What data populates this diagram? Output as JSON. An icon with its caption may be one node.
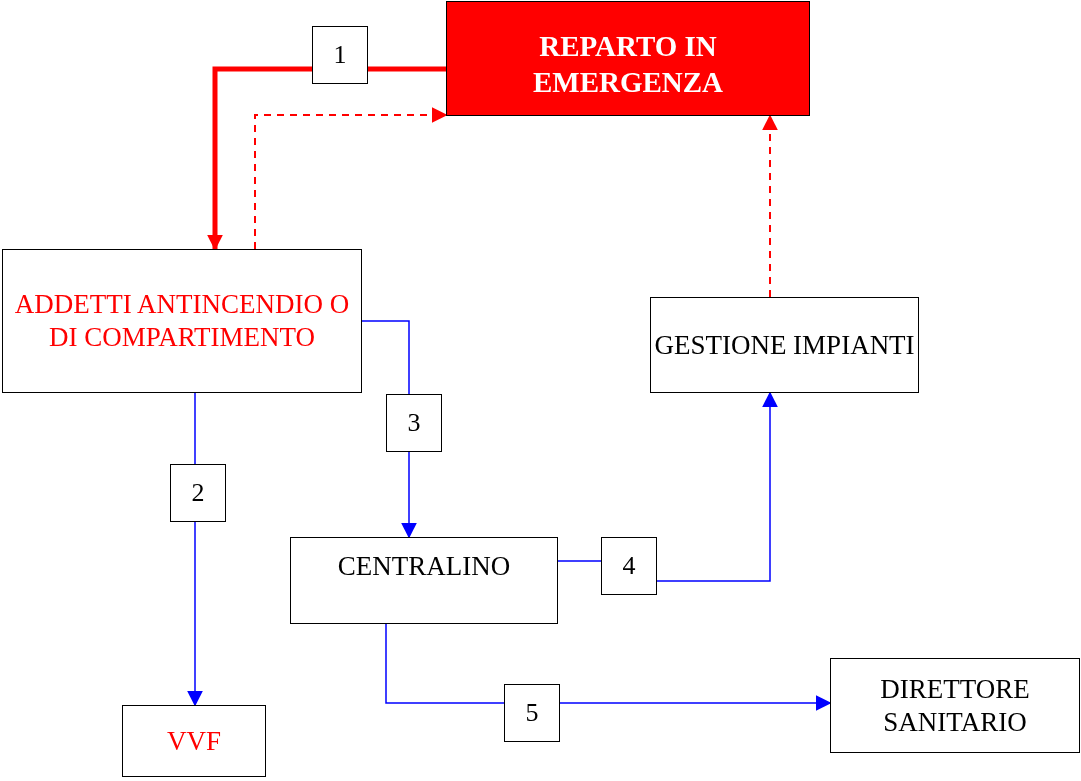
{
  "diagram": {
    "nodes": [
      {
        "text": [
          "REPARTO IN EMERGENZA"
        ]
      },
      {
        "text": [
          "ADDETTI ANTINCENDIO O DI COMPARTIMENTO"
        ]
      },
      {
        "text": [
          "GESTIONE IMPIANTI"
        ]
      },
      {
        "text": [
          "CENTRALINO"
        ]
      },
      {
        "text": [
          "VVF"
        ]
      },
      {
        "text": [
          "DIRETTORE SANITARIO"
        ]
      }
    ],
    "edges": [
      {
        "from": 0,
        "to": 1,
        "arrow": "to",
        "label": "1",
        "style": "thick",
        "color": "#ff0000"
      },
      {
        "from": 1,
        "to": 0,
        "arrow": "to",
        "style": "dashed",
        "color": "#ff0000"
      },
      {
        "from": 1,
        "to": 4,
        "arrow": "to",
        "label": "2"
      },
      {
        "from": 1,
        "to": 3,
        "arrow": "to",
        "label": "3"
      },
      {
        "from": 3,
        "to": 2,
        "arrow": "to",
        "label": "4"
      },
      {
        "from": 3,
        "to": 5,
        "arrow": "to",
        "label": "5"
      },
      {
        "from": 2,
        "to": 0,
        "arrow": "to",
        "style": "dashed",
        "color": "#ff0000"
      }
    ]
  }
}
